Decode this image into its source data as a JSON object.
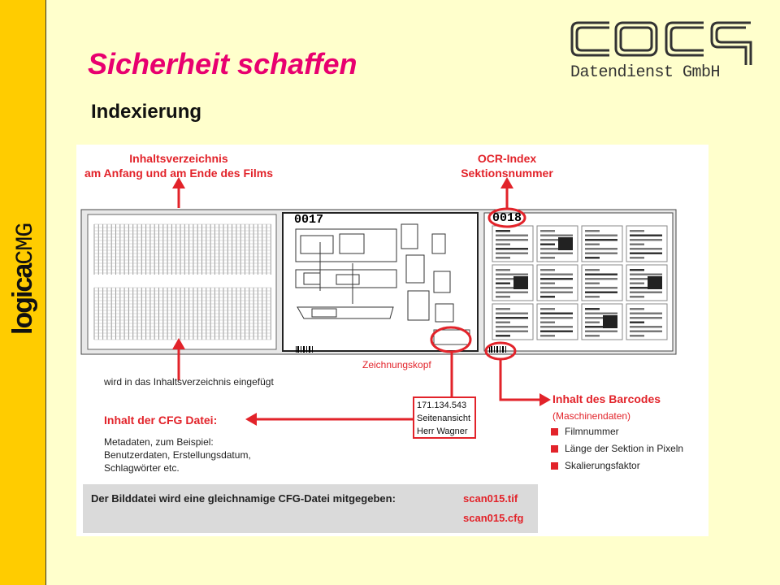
{
  "header": {
    "title": "Sicherheit schaffen",
    "subtitle": "Indexierung"
  },
  "brand": {
    "sidebar_logo_part1": "logica",
    "sidebar_logo_part2": "CMG",
    "company_logo": "cocq",
    "company_name": "Datendienst GmbH"
  },
  "colors": {
    "accent": "#e8006f",
    "diagram_red": "#e2232a",
    "sidebar": "#ffcc00",
    "background": "#ffffcc"
  },
  "diagram": {
    "toc_label_line1": "Inhaltsverzeichnis",
    "toc_label_line2": "am Anfang und am Ende des Films",
    "ocr_label_line1": "OCR-Index",
    "ocr_label_line2": "Sektionsnummer",
    "frame_number_1": "0017",
    "frame_number_2": "0018",
    "drawing_head": "Zeichnungskopf",
    "inserted_note": "wird in das Inhaltsverzeichnis eingefügt",
    "cfg_title": "Inhalt der CFG Datei:",
    "cfg_desc_1": "Metadaten, zum Beispiel:",
    "cfg_desc_2": "Benutzerdaten, Erstellungsdatum,",
    "cfg_desc_3": "Schlagwörter etc.",
    "cfg_box_line1": "171.134.543",
    "cfg_box_line2": "Seitenansicht",
    "cfg_box_line3": "Herr  Wagner",
    "barcode_title": "Inhalt des Barcodes",
    "barcode_sub": "(Maschinendaten)",
    "barcode_items": [
      "Filmnummer",
      "Länge der Sektion in Pixeln",
      "Skalierungsfaktor"
    ],
    "bottom_text": "Der Bilddatei wird eine gleichnamige CFG-Datei mitgegeben:",
    "file_1": "scan015.tif",
    "file_2": "scan015.cfg"
  }
}
